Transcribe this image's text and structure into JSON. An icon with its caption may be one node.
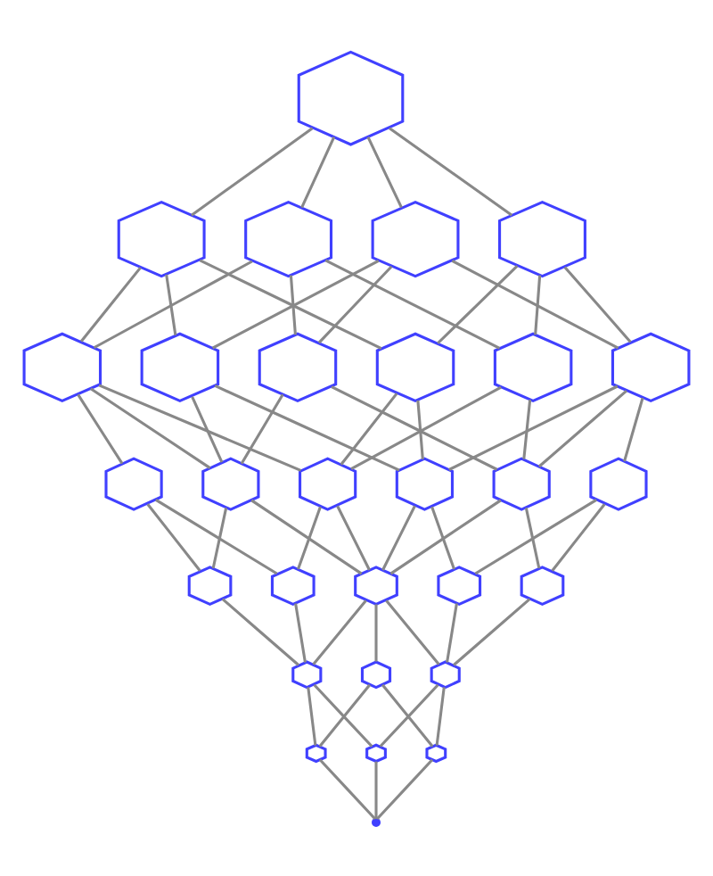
{
  "diagram": {
    "nodes": [
      {
        "text": [],
        "shape": "picture"
      },
      {
        "text": [],
        "shape": "picture"
      },
      {
        "text": [],
        "shape": "picture"
      },
      {
        "text": [],
        "shape": "picture"
      },
      {
        "text": [],
        "shape": "picture"
      },
      {
        "text": [],
        "shape": "picture"
      },
      {
        "text": [],
        "shape": "picture"
      },
      {
        "text": [],
        "shape": "picture"
      },
      {
        "text": [],
        "shape": "picture"
      },
      {
        "text": [],
        "shape": "picture"
      },
      {
        "text": [],
        "shape": "picture"
      },
      {
        "text": [],
        "shape": "picture"
      },
      {
        "text": [],
        "shape": "picture"
      },
      {
        "text": [],
        "shape": "picture"
      },
      {
        "text": [],
        "shape": "picture"
      },
      {
        "text": [],
        "shape": "picture"
      },
      {
        "text": [],
        "shape": "picture"
      },
      {
        "text": [],
        "shape": "picture"
      },
      {
        "text": [],
        "shape": "picture"
      },
      {
        "text": [],
        "shape": "picture"
      },
      {
        "text": [],
        "shape": "picture"
      },
      {
        "text": [],
        "shape": "picture"
      },
      {
        "text": [],
        "shape": "picture"
      },
      {
        "text": [],
        "shape": "picture"
      },
      {
        "text": [],
        "shape": "picture"
      },
      {
        "text": [],
        "shape": "picture"
      },
      {
        "text": [],
        "shape": "picture"
      },
      {
        "text": [],
        "shape": "picture"
      },
      {
        "text": [],
        "shape": "dot"
      }
    ],
    "edges": [
      {
        "from": 0,
        "to": 1,
        "arrow": "none"
      },
      {
        "from": 0,
        "to": 2,
        "arrow": "none"
      },
      {
        "from": 0,
        "to": 3,
        "arrow": "none"
      },
      {
        "from": 0,
        "to": 4,
        "arrow": "none"
      },
      {
        "from": 1,
        "to": 5,
        "arrow": "none"
      },
      {
        "from": 1,
        "to": 6,
        "arrow": "none"
      },
      {
        "from": 1,
        "to": 8,
        "arrow": "none"
      },
      {
        "from": 2,
        "to": 5,
        "arrow": "none"
      },
      {
        "from": 2,
        "to": 7,
        "arrow": "none"
      },
      {
        "from": 2,
        "to": 9,
        "arrow": "none"
      },
      {
        "from": 3,
        "to": 6,
        "arrow": "none"
      },
      {
        "from": 3,
        "to": 7,
        "arrow": "none"
      },
      {
        "from": 3,
        "to": 10,
        "arrow": "none"
      },
      {
        "from": 4,
        "to": 8,
        "arrow": "none"
      },
      {
        "from": 4,
        "to": 9,
        "arrow": "none"
      },
      {
        "from": 4,
        "to": 10,
        "arrow": "none"
      },
      {
        "from": 5,
        "to": 11,
        "arrow": "none"
      },
      {
        "from": 5,
        "to": 12,
        "arrow": "none"
      },
      {
        "from": 5,
        "to": 13,
        "arrow": "none"
      },
      {
        "from": 6,
        "to": 12,
        "arrow": "none"
      },
      {
        "from": 6,
        "to": 14,
        "arrow": "none"
      },
      {
        "from": 7,
        "to": 12,
        "arrow": "none"
      },
      {
        "from": 7,
        "to": 15,
        "arrow": "none"
      },
      {
        "from": 8,
        "to": 13,
        "arrow": "none"
      },
      {
        "from": 8,
        "to": 14,
        "arrow": "none"
      },
      {
        "from": 9,
        "to": 13,
        "arrow": "none"
      },
      {
        "from": 9,
        "to": 15,
        "arrow": "none"
      },
      {
        "from": 10,
        "to": 14,
        "arrow": "none"
      },
      {
        "from": 10,
        "to": 15,
        "arrow": "none"
      },
      {
        "from": 10,
        "to": 16,
        "arrow": "none"
      },
      {
        "from": 11,
        "to": 17,
        "arrow": "none"
      },
      {
        "from": 11,
        "to": 18,
        "arrow": "none"
      },
      {
        "from": 12,
        "to": 17,
        "arrow": "none"
      },
      {
        "from": 12,
        "to": 19,
        "arrow": "none"
      },
      {
        "from": 13,
        "to": 18,
        "arrow": "none"
      },
      {
        "from": 13,
        "to": 19,
        "arrow": "none"
      },
      {
        "from": 14,
        "to": 19,
        "arrow": "none"
      },
      {
        "from": 14,
        "to": 20,
        "arrow": "none"
      },
      {
        "from": 15,
        "to": 19,
        "arrow": "none"
      },
      {
        "from": 15,
        "to": 21,
        "arrow": "none"
      },
      {
        "from": 16,
        "to": 20,
        "arrow": "none"
      },
      {
        "from": 16,
        "to": 21,
        "arrow": "none"
      },
      {
        "from": 17,
        "to": 22,
        "arrow": "none"
      },
      {
        "from": 18,
        "to": 22,
        "arrow": "none"
      },
      {
        "from": 19,
        "to": 22,
        "arrow": "none"
      },
      {
        "from": 19,
        "to": 23,
        "arrow": "none"
      },
      {
        "from": 19,
        "to": 24,
        "arrow": "none"
      },
      {
        "from": 20,
        "to": 24,
        "arrow": "none"
      },
      {
        "from": 21,
        "to": 24,
        "arrow": "none"
      },
      {
        "from": 22,
        "to": 25,
        "arrow": "none"
      },
      {
        "from": 22,
        "to": 26,
        "arrow": "none"
      },
      {
        "from": 23,
        "to": 25,
        "arrow": "none"
      },
      {
        "from": 23,
        "to": 27,
        "arrow": "none"
      },
      {
        "from": 24,
        "to": 26,
        "arrow": "none"
      },
      {
        "from": 24,
        "to": 27,
        "arrow": "none"
      },
      {
        "from": 25,
        "to": 28,
        "arrow": "none"
      },
      {
        "from": 26,
        "to": 28,
        "arrow": "none"
      },
      {
        "from": 27,
        "to": 28,
        "arrow": "none"
      }
    ]
  }
}
